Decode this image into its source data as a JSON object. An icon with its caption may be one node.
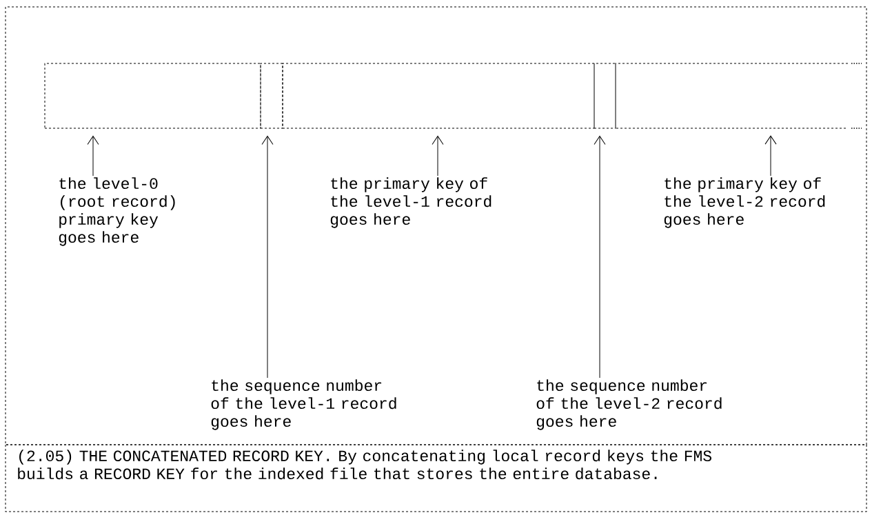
{
  "diagram": {
    "caption": "(2.05) THE CONCATENATED RECORD KEY. By concatenating local record keys the FMS builds a RECORD KEY for the indexed file that stores the entire database.",
    "nodes": [
      {
        "text": [],
        "shape": "box"
      },
      {
        "text": [],
        "shape": "box"
      },
      {
        "text": [],
        "shape": "box"
      },
      {
        "text": [],
        "shape": "box"
      },
      {
        "text": [],
        "shape": "box"
      },
      {
        "text": [
          "the level-0 (root record) primary key goes here"
        ]
      },
      {
        "text": [
          "the sequence number of the level-1 record goes here"
        ]
      },
      {
        "text": [
          "the primary key of the level-1 record goes here"
        ]
      },
      {
        "text": [
          "the sequence number of the level-2 record goes here"
        ]
      },
      {
        "text": [
          "the primary key of the level-2 record goes here"
        ]
      }
    ],
    "edges": [
      {
        "from": 5,
        "to": 0,
        "arrow": "to"
      },
      {
        "from": 6,
        "to": 1,
        "arrow": "to"
      },
      {
        "from": 7,
        "to": 2,
        "arrow": "to"
      },
      {
        "from": 8,
        "to": 3,
        "arrow": "to"
      },
      {
        "from": 9,
        "to": 4,
        "arrow": "to"
      }
    ]
  }
}
